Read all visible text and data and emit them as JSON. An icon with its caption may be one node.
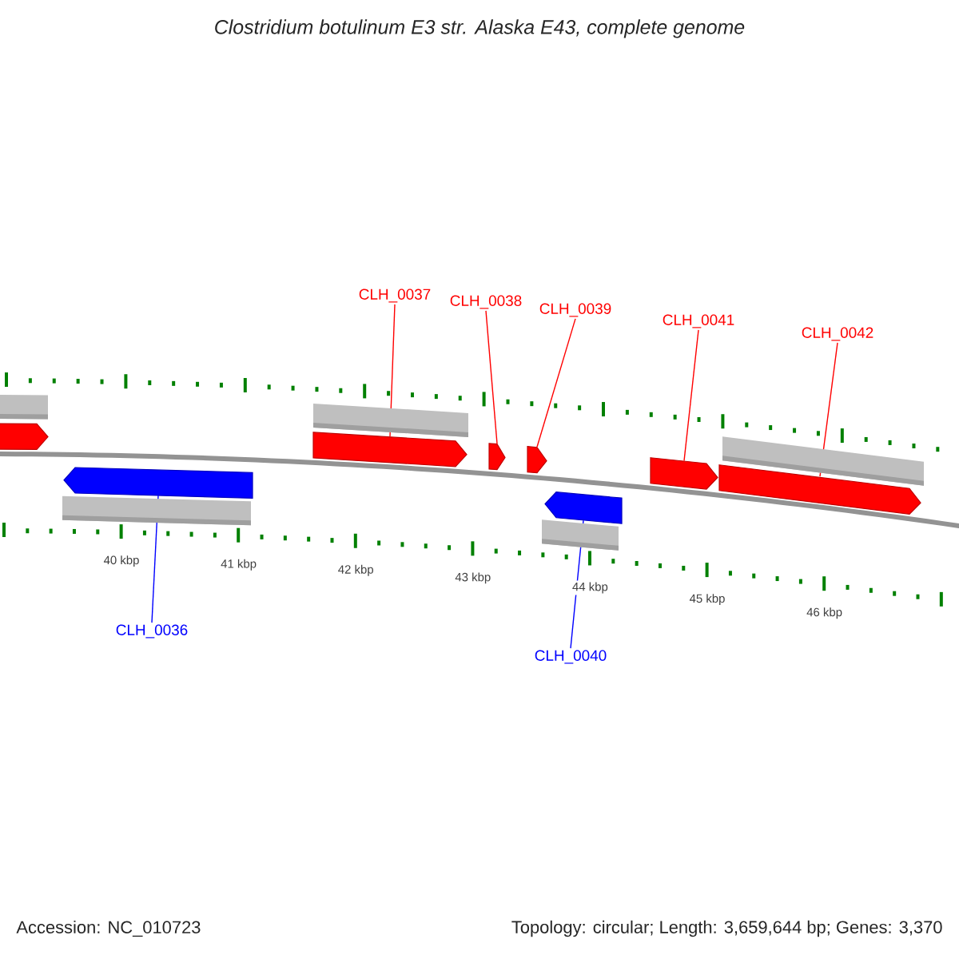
{
  "diagram": {
    "title": "Clostridium botulinum E3 str. Alaska E43, complete genome",
    "nodes": [
      {
        "text": [
          "CLH_0037"
        ]
      },
      {
        "text": [
          "CLH_0038"
        ]
      },
      {
        "text": [
          "CLH_0039"
        ]
      },
      {
        "text": [
          "CLH_0041"
        ]
      },
      {
        "text": [
          "CLH_0042"
        ]
      },
      {
        "text": [
          "CLH_0036"
        ]
      },
      {
        "text": [
          "CLH_0040"
        ]
      },
      {
        "text": [],
        "shape": "bar"
      },
      {
        "text": [],
        "shape": "bar"
      },
      {
        "text": [],
        "shape": "bar"
      },
      {
        "text": [],
        "shape": "bar"
      },
      {
        "text": [],
        "shape": "bar"
      },
      {
        "text": [],
        "shape": "bar"
      },
      {
        "text": [],
        "shape": "bar"
      },
      {
        "text": [],
        "shape": "bar"
      }
    ],
    "edges": [
      {
        "from": 0,
        "to": 9,
        "arrow": "none"
      },
      {
        "from": 1,
        "to": 10,
        "arrow": "none"
      },
      {
        "from": 2,
        "to": 11,
        "arrow": "none"
      },
      {
        "from": 3,
        "to": 13,
        "arrow": "none"
      },
      {
        "from": 4,
        "to": 14,
        "arrow": "none"
      },
      {
        "from": 5,
        "to": 8,
        "arrow": "none",
        "color": "#0000ff"
      },
      {
        "from": 6,
        "to": 12,
        "arrow": "none",
        "color": "#0000ff"
      }
    ],
    "labels": [
      "40 kbp",
      "41 kbp",
      "42 kbp",
      "43 kbp",
      "44 kbp",
      "45 kbp",
      "46 kbp",
      "Accession: NC_010723",
      "Topology: circular; Length: 3,659,644 bp; Genes: 3,370"
    ]
  }
}
